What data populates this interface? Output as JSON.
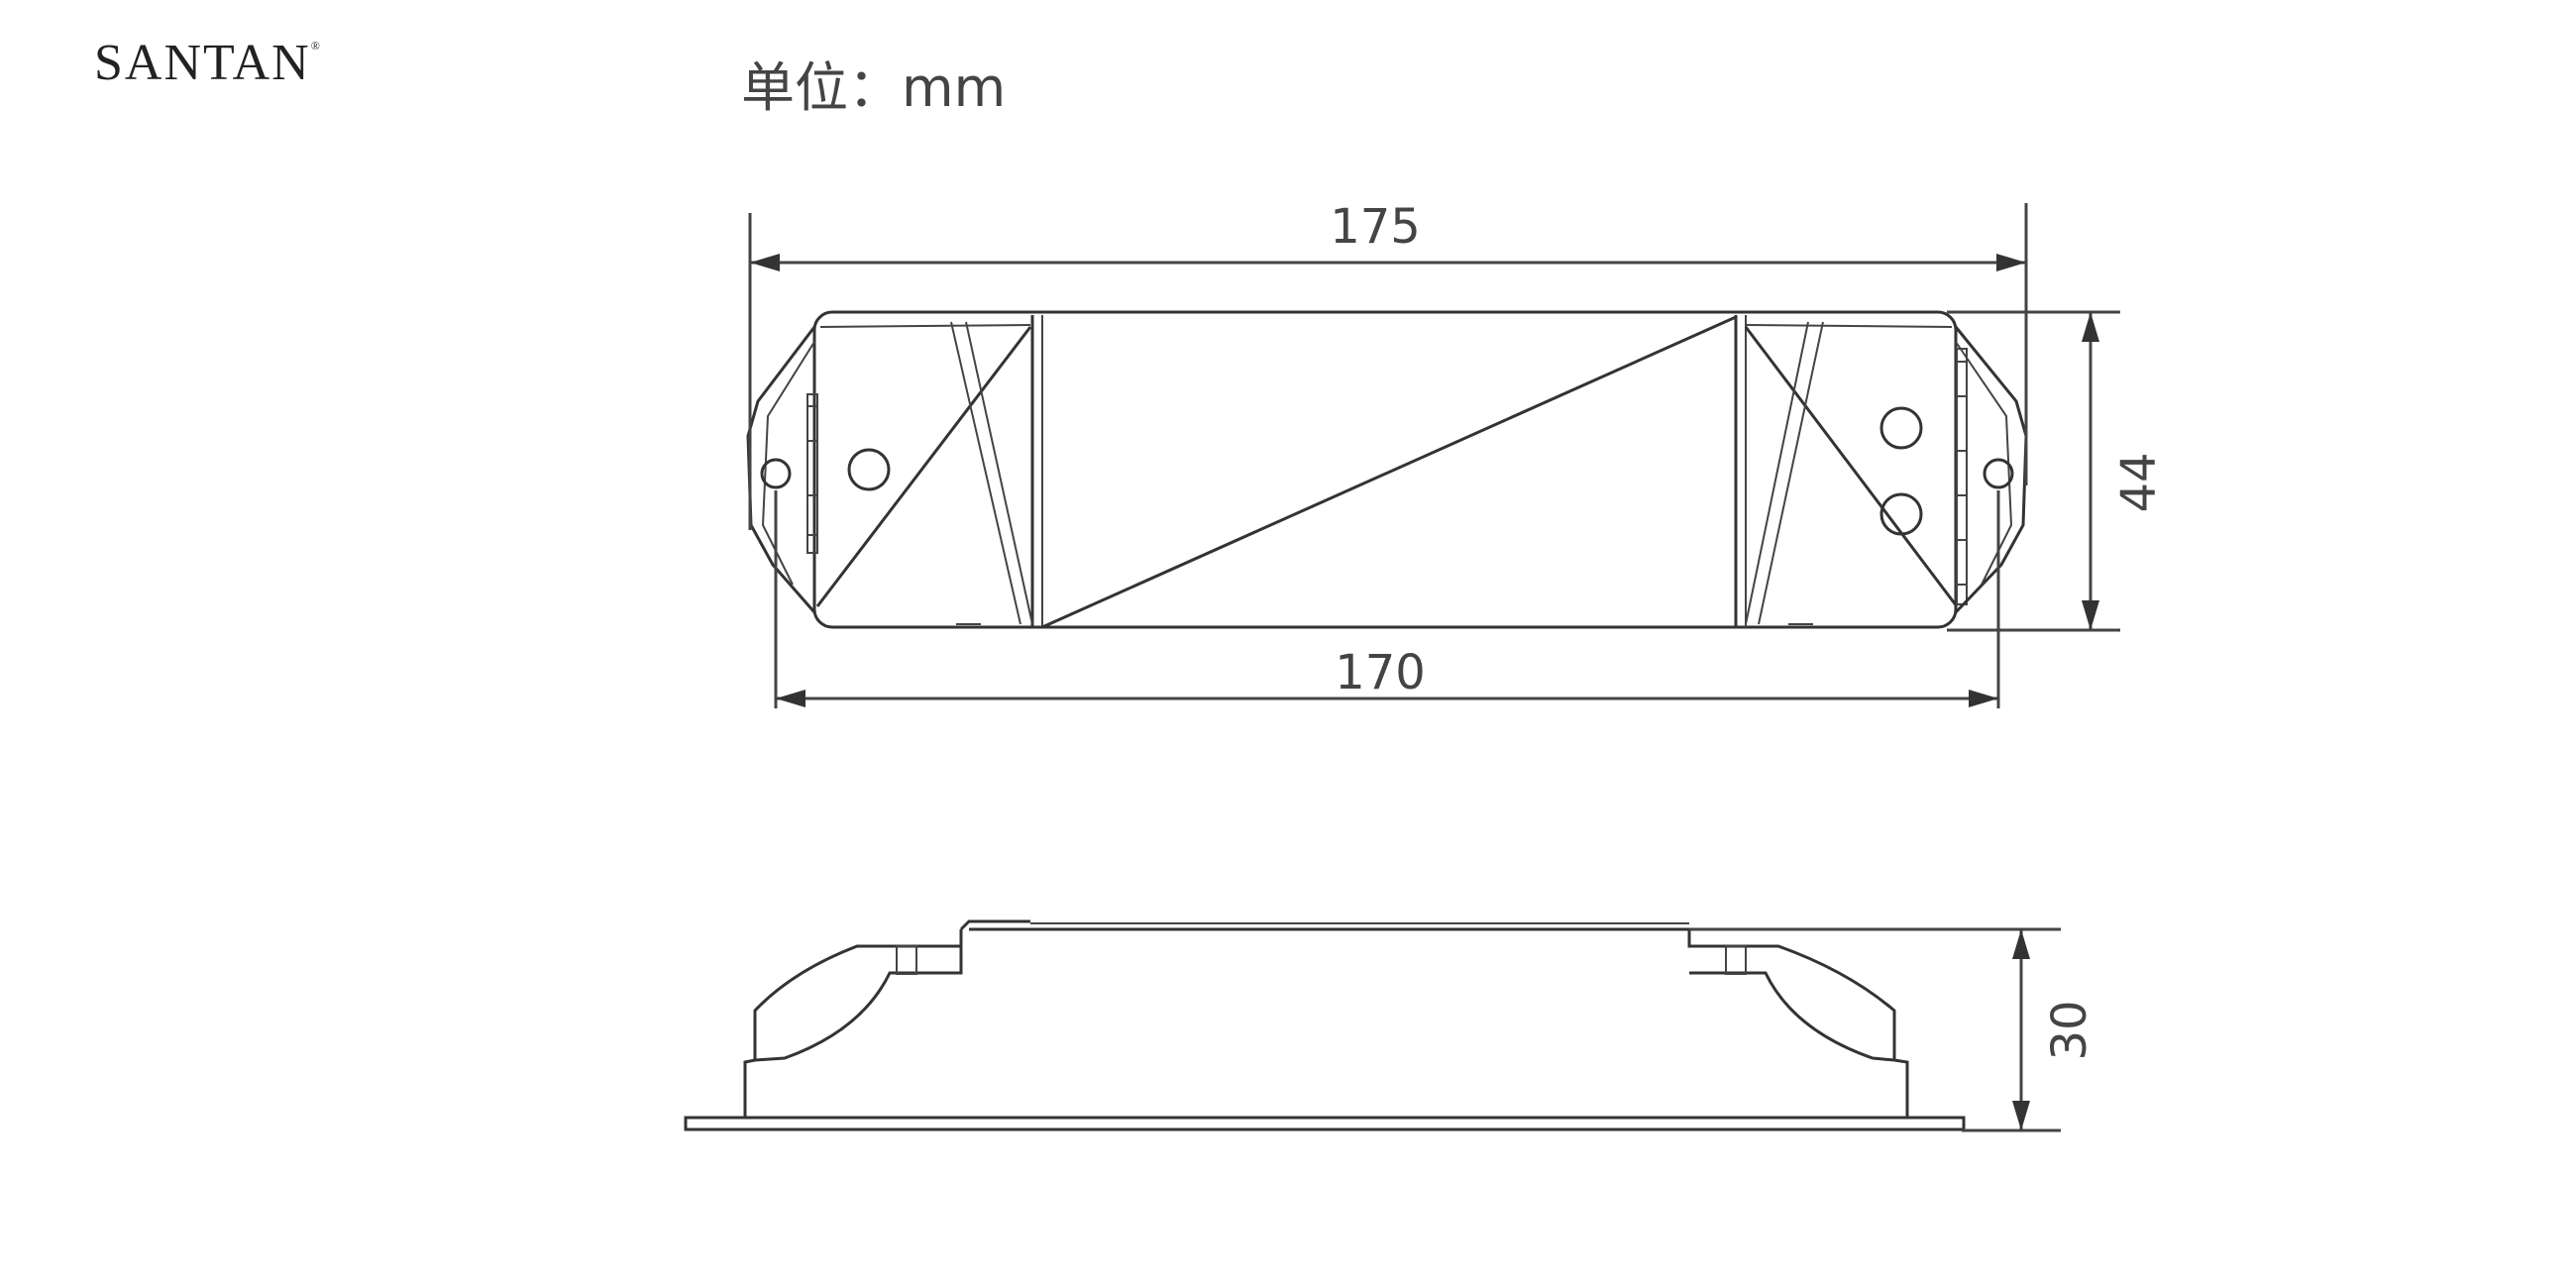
{
  "brand": {
    "name": "SANTAN",
    "mark": "®"
  },
  "unit_label": "单位：mm",
  "top_view": {
    "overall_length": "175",
    "body_length": "170",
    "width": "44"
  },
  "side_view": {
    "height": "30"
  },
  "colors": {
    "line": "#333333",
    "background": "#ffffff"
  }
}
